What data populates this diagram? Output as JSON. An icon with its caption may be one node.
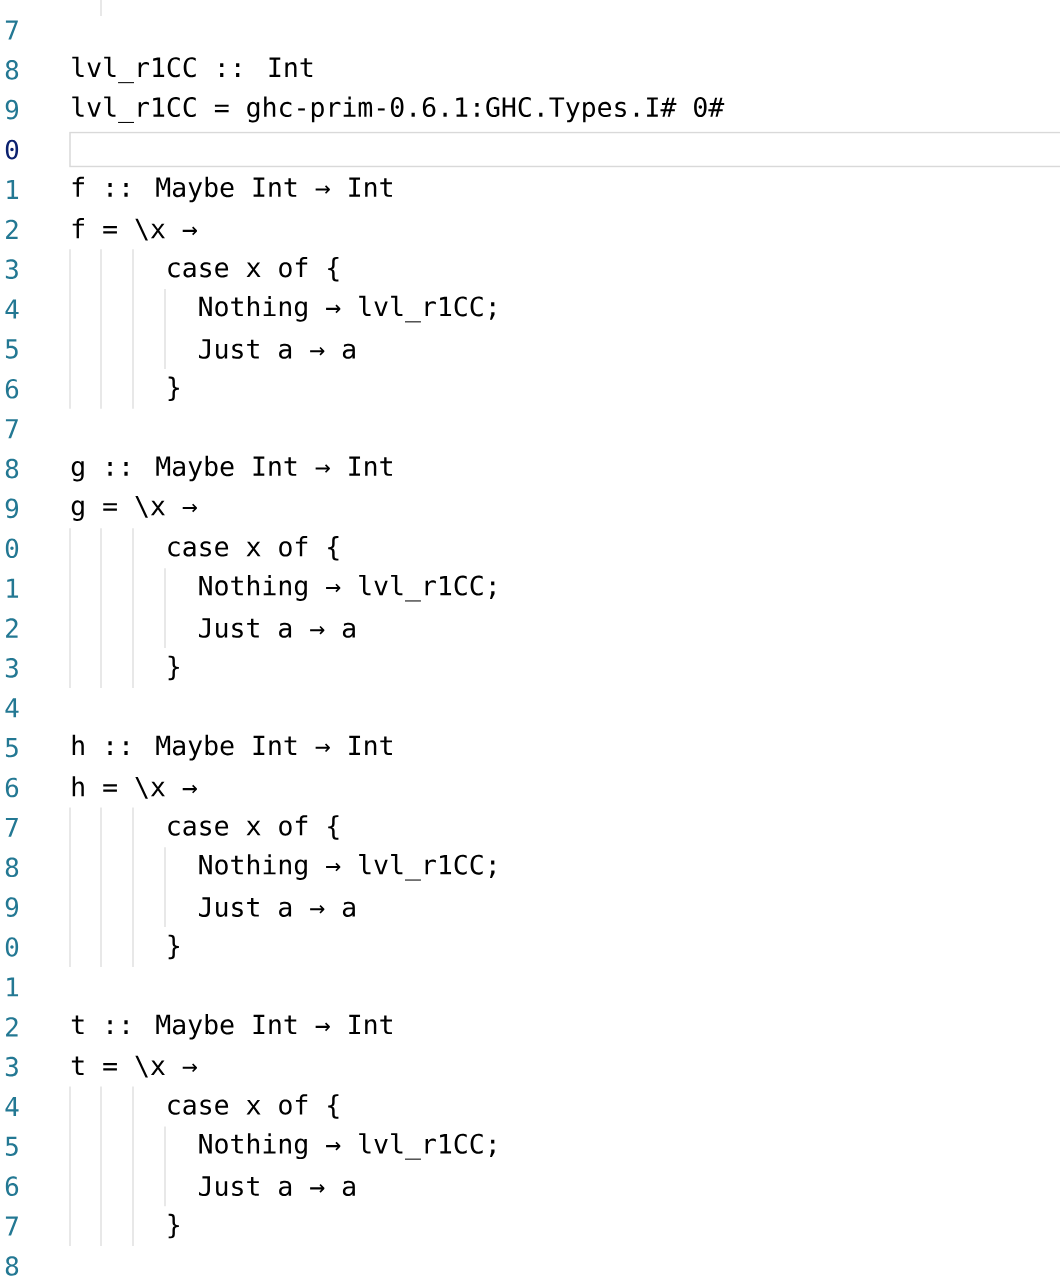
{
  "diagram": {
    "labels": [
      "7",
      "8",
      "lvl_r1CC :: Int",
      "9",
      "lvl_r1CC = ghc-prim-0.6.1:GHC.Types.I# 0#",
      "0",
      "1",
      "f :: Maybe Int → Int",
      "2",
      "f = \\x →",
      "3",
      "case x of {",
      "4",
      "Nothing → lvl_r1CC;",
      "5",
      "Just a → a",
      "6",
      "}",
      "7",
      "8",
      "g :: Maybe Int → Int",
      "9",
      "g = \\x →",
      "0",
      "case x of {",
      "1",
      "Nothing → lvl_r1CC;",
      "2",
      "Just a → a",
      "3",
      "}",
      "4",
      "5",
      "h :: Maybe Int → Int",
      "6",
      "h = \\x →",
      "7",
      "case x of {",
      "8",
      "Nothing → lvl_r1CC;",
      "9",
      "Just a → a",
      "0",
      "}",
      "1",
      "2",
      "t :: Maybe Int → Int",
      "3",
      "t = \\x →",
      "4",
      "case x of {",
      "5",
      "Nothing → lvl_r1CC;",
      "6",
      "Just a → a",
      "7",
      "}",
      "8"
    ]
  }
}
